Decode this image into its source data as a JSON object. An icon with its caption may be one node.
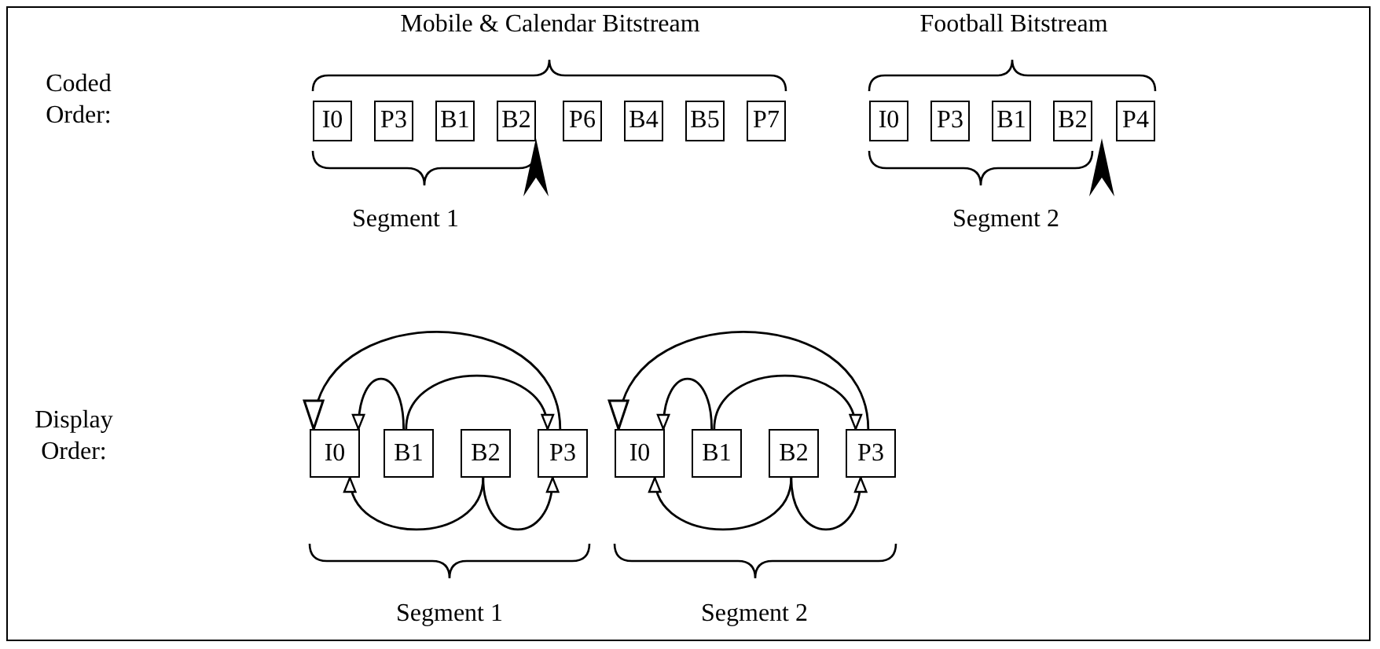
{
  "diagram": {
    "nodes": [
      {
        "text": [
          "I0"
        ]
      },
      {
        "text": [
          "P3"
        ]
      },
      {
        "text": [
          "B1"
        ]
      },
      {
        "text": [
          "B2"
        ]
      },
      {
        "text": [
          "P6"
        ]
      },
      {
        "text": [
          "B4"
        ]
      },
      {
        "text": [
          "B5"
        ]
      },
      {
        "text": [
          "P7"
        ]
      },
      {
        "text": [
          "I0"
        ]
      },
      {
        "text": [
          "P3"
        ]
      },
      {
        "text": [
          "B1"
        ]
      },
      {
        "text": [
          "B2"
        ]
      },
      {
        "text": [
          "P4"
        ]
      },
      {
        "text": [
          "I0"
        ]
      },
      {
        "text": [
          "B1"
        ]
      },
      {
        "text": [
          "B2"
        ]
      },
      {
        "text": [
          "P3"
        ]
      },
      {
        "text": [
          "I0"
        ]
      },
      {
        "text": [
          "B1"
        ]
      },
      {
        "text": [
          "B2"
        ]
      },
      {
        "text": [
          "P3"
        ]
      }
    ],
    "edges": [
      {
        "from": 16,
        "to": 13,
        "arrow": "to"
      },
      {
        "from": 14,
        "to": 13,
        "arrow": "to"
      },
      {
        "from": 14,
        "to": 16,
        "arrow": "to"
      },
      {
        "from": 15,
        "to": 13,
        "arrow": "to"
      },
      {
        "from": 15,
        "to": 16,
        "arrow": "to"
      },
      {
        "from": 20,
        "to": 17,
        "arrow": "to"
      },
      {
        "from": 18,
        "to": 17,
        "arrow": "to"
      },
      {
        "from": 18,
        "to": 20,
        "arrow": "to"
      },
      {
        "from": 19,
        "to": 17,
        "arrow": "to"
      },
      {
        "from": 19,
        "to": 20,
        "arrow": "to"
      }
    ],
    "labels": [
      "Mobile & Calendar Bitstream",
      "Football Bitstream",
      "Coded Order:",
      "Segment 1",
      "Segment 2",
      "Display Order:",
      "Segment 1",
      "Segment 2"
    ]
  }
}
